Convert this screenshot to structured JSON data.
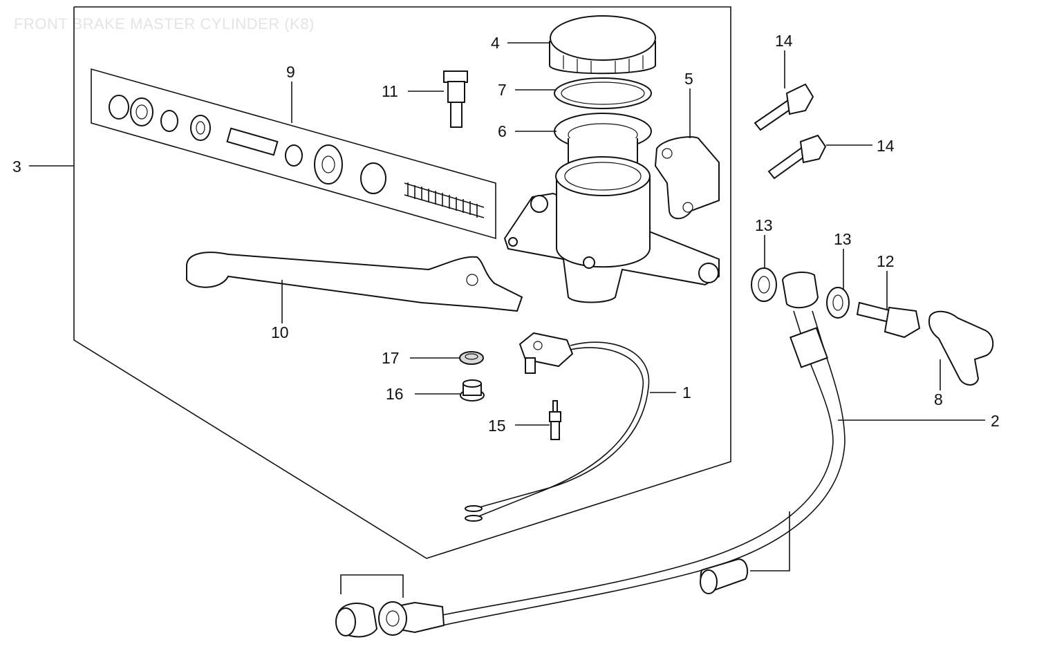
{
  "diagram": {
    "title": "FRONT BRAKE MASTER CYLINDER (K8)",
    "callouts": {
      "c1": "1",
      "c2": "2",
      "c3": "3",
      "c4": "4",
      "c5": "5",
      "c6": "6",
      "c7": "7",
      "c8": "8",
      "c9": "9",
      "c10": "10",
      "c11": "11",
      "c12": "12",
      "c13a": "13",
      "c13b": "13",
      "c14a": "14",
      "c14b": "14",
      "c15": "15",
      "c16": "16",
      "c17": "17"
    }
  }
}
